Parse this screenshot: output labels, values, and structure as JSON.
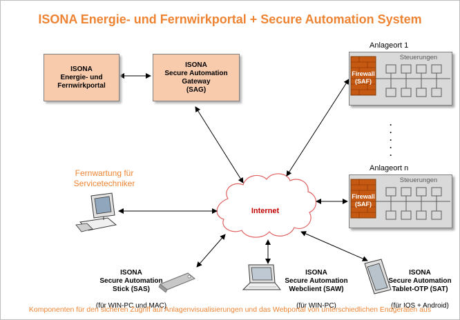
{
  "title": "ISONA Energie- und Fernwirkportal + Secure Automation System",
  "footer": "Komponenten für den sicheren Zugriff auf Anlagenvisualisierungen und das Webportal von unterschiedlichen Endgeräten aus",
  "portal_box": "ISONA\nEnergie- und\nFernwirkportal",
  "gateway_box": "ISONA\nSecure Automation\nGateway\n(SAG)",
  "site1": {
    "title": "Anlageort 1",
    "controls_label": "Steuerungen",
    "firewall_label": "Firewall\n(SAF)"
  },
  "siten": {
    "title": "Anlageort n",
    "controls_label": "Steuerungen",
    "firewall_label": "Firewall\n(SAF)"
  },
  "ellipsis": "·\n·\n·\n·\n·",
  "remote": "Fernwartung für\nServicetechniker",
  "internet": "Internet",
  "stick": {
    "name": "ISONA\nSecure Automation\nStick (SAS)",
    "note": "(für WIN-PC und MAC)"
  },
  "webclient": {
    "name": "ISONA\nSecure Automation\nWebclient (SAW)",
    "note": "(für WIN-PC)"
  },
  "tablet": {
    "name": "ISONA\nSecure Automation\nTablet-OTP (SAT)",
    "note": "(für IOS + Android)"
  },
  "colors": {
    "accent": "#ee8433",
    "box_fill": "#f8cbad",
    "plant_fill": "#d9d9d9",
    "firewall": "#c65911",
    "internet_text": "#c00000"
  }
}
